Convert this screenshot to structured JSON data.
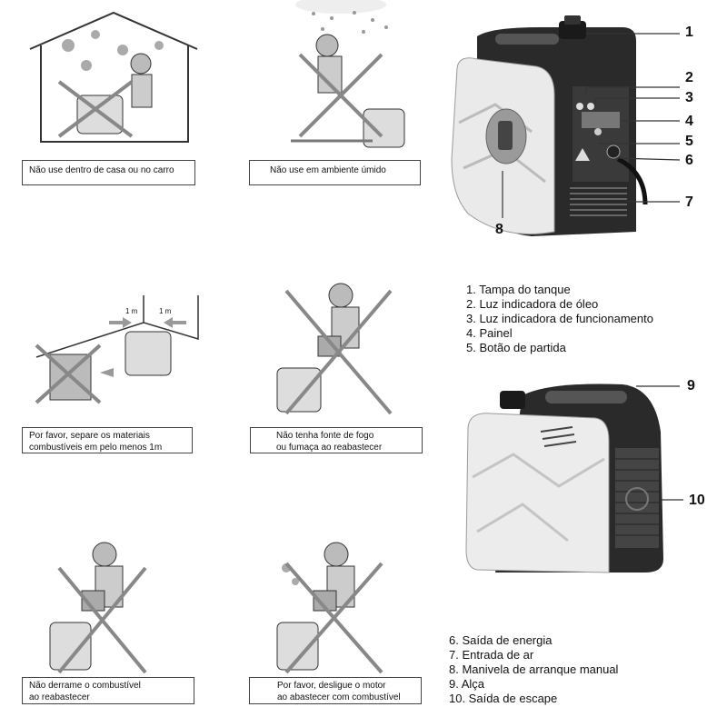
{
  "warnings": [
    {
      "lines": [
        "Não use dentro de casa ou no carro"
      ]
    },
    {
      "lines": [
        "Não use em ambiente úmido"
      ]
    },
    {
      "lines": [
        "Por favor, separe os materiais",
        "combustíveis em pelo menos 1m"
      ]
    },
    {
      "lines": [
        "Não tenha fonte de fogo",
        "ou fumaça ao reabastecer"
      ]
    },
    {
      "lines": [
        "Não derrame o combustível",
        "ao reabastecer"
      ]
    },
    {
      "lines": [
        "Por favor, desligue o motor",
        "ao abastecer com combustível"
      ]
    }
  ],
  "distance_labels": [
    "1 m",
    "1 m"
  ],
  "callouts": [
    "1",
    "2",
    "3",
    "4",
    "5",
    "6",
    "7",
    "8",
    "9",
    "10"
  ],
  "legend_top": [
    "1. Tampa do tanque",
    "2. Luz indicadora de óleo",
    "3. Luz indicadora de funcionamento",
    "4. Painel",
    "5. Botão de partida"
  ],
  "legend_bottom": [
    "6. Saída de energia",
    "7. Entrada de ar",
    "8. Manivela de arranque manual",
    "9. Alça",
    "10. Saída de escape"
  ]
}
